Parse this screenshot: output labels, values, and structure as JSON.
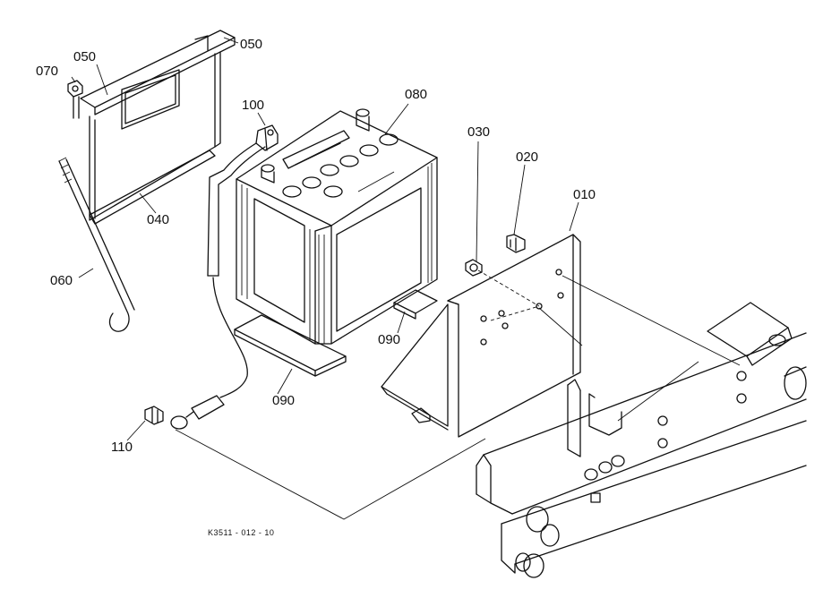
{
  "labels": {
    "p050a": "050",
    "p050b": "050",
    "p070": "070",
    "p100": "100",
    "p080": "080",
    "p030": "030",
    "p020": "020",
    "p010": "010",
    "p040": "040",
    "p060": "060",
    "p090a": "090",
    "p090b": "090",
    "p110": "110"
  },
  "drawing_code": "K3511 - 012 - 10"
}
